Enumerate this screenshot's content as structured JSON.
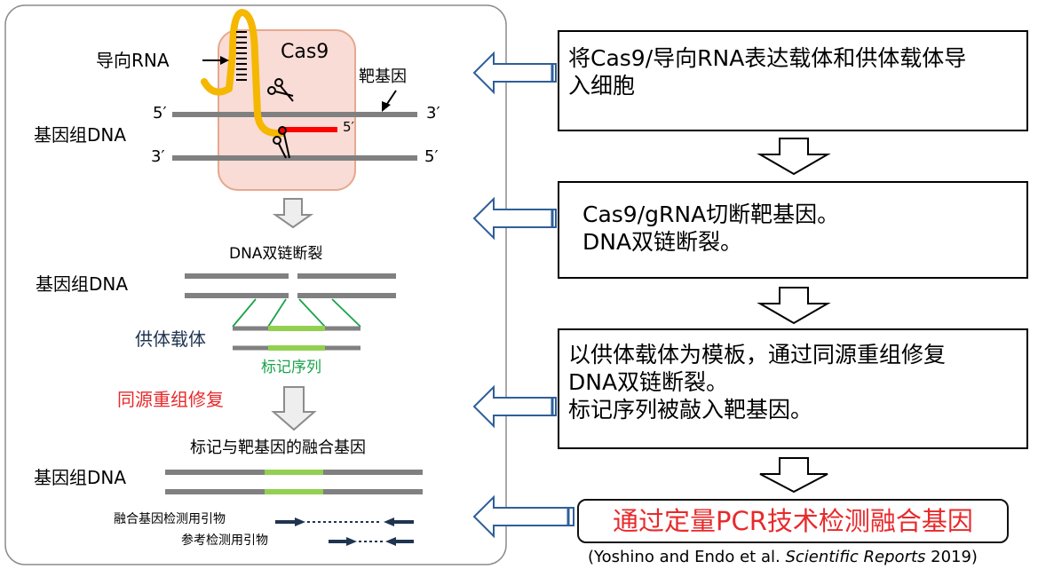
{
  "left_panel": {
    "guide_rna_label": "导向RNA",
    "cas9_label": "Cas9",
    "target_gene_label": "靶基因",
    "genomic_dna_label": "基因组DNA",
    "strand_5prime": "5′",
    "strand_3prime": "3′",
    "dsb_label": "DNA双链断裂",
    "donor_vector_label": "供体载体",
    "marker_sequence_label": "标记序列",
    "hdr_label": "同源重组修复",
    "fusion_gene_label": "标记与靶基因的融合基因",
    "fusion_primer_label": "融合基因检测用引物",
    "reference_primer_label": "参考检测用引物"
  },
  "steps": [
    {
      "lines": [
        "将Cas9/导向RNA表达载体和供体载体导",
        "入细胞"
      ]
    },
    {
      "lines": [
        "Cas9/gRNA切断靶基因。",
        "DNA双链断裂。"
      ]
    },
    {
      "lines": [
        "以供体载体为模板，通过同源重组修复",
        "DNA双链断裂。",
        "标记序列被敲入靶基因。"
      ]
    }
  ],
  "final_step": "通过定量PCR技术检测融合基因",
  "citation": {
    "authors": "(Yoshino and Endo et al. ",
    "journal": "Scientific Reports",
    "year": " 2019)"
  },
  "colors": {
    "cas9_fill": "#fadcd6",
    "cas9_border": "#e6a98f",
    "guide_rna": "#f5b700",
    "dna_strand": "#808080",
    "cut_strand": "#ff0000",
    "marker": "#92d050",
    "donor_link": "#1aa34a",
    "arrow_blue": "#2e5f99",
    "primer": "#1f3450",
    "hdr_text": "#e8292b",
    "donor_text": "#1f3450",
    "marker_text": "#1aa34a"
  }
}
